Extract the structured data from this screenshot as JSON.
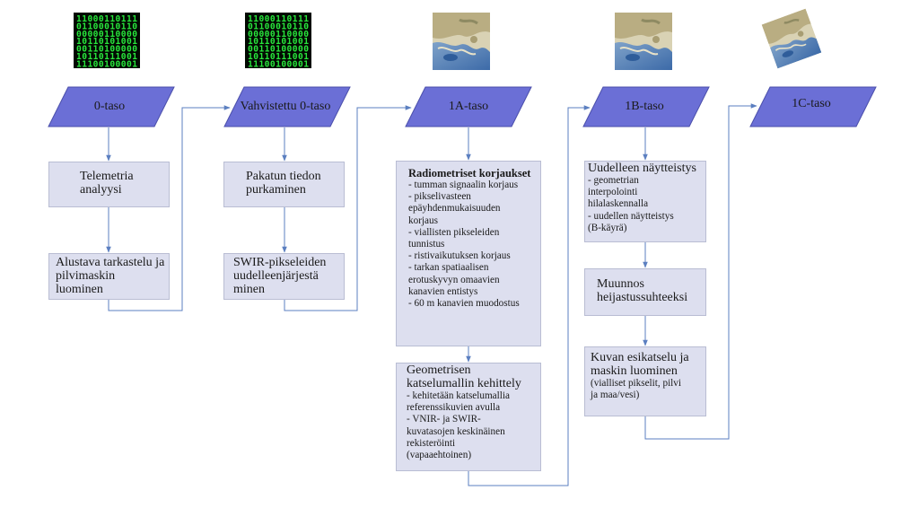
{
  "levels": [
    {
      "id": "l0",
      "label": "0-taso",
      "thumb": "binary"
    },
    {
      "id": "lv0",
      "label": "Vahvistettu 0-taso",
      "thumb": "binary"
    },
    {
      "id": "l1a",
      "label": "1A-taso",
      "thumb": "satellite"
    },
    {
      "id": "l1b",
      "label": "1B-taso",
      "thumb": "satellite"
    },
    {
      "id": "l1c",
      "label": "1C-taso",
      "thumb": "satellite-rotated"
    }
  ],
  "col0": {
    "box1": {
      "title": "Telemetria analyysi"
    },
    "box2": {
      "title": "Alustava tarkastelu ja pilvimaskin luominen"
    }
  },
  "col1": {
    "box1": {
      "title": "Pakatun tiedon purkaminen"
    },
    "box2": {
      "title": "SWIR-pikseleiden uudelleenjärjestä minen"
    }
  },
  "col2": {
    "box1": {
      "title": "Radiometriset korjaukset",
      "lines": [
        "- tumman signaalin korjaus",
        "- pikselivasteen",
        "epäyhdenmukaisuuden",
        "korjaus",
        "- viallisten pikseleiden",
        "tunnistus",
        "- ristivaikutuksen korjaus",
        "- tarkan spatiaalisen",
        "erotuskyvyn omaavien",
        "kanavien entistys",
        "- 60 m kanavien muodostus"
      ]
    },
    "box2": {
      "title": "Geometrisen katselumallin kehittely",
      "lines": [
        "- kehitetään katselumallia",
        "referenssikuvien avulla",
        "- VNIR- ja SWIR-",
        "kuvatasojen keskinäinen",
        "rekisteröinti",
        "(vapaaehtoinen)"
      ]
    }
  },
  "col3": {
    "box1": {
      "title": "Uudelleen näytteistys",
      "lines": [
        "- geometrian",
        "interpolointi",
        "hilalaskennalla",
        "- uudellen näytteistys",
        "(B-käyrä)"
      ]
    },
    "box2": {
      "title": "Muunnos heijastussuhteeksi"
    },
    "box3": {
      "title": "Kuvan esikatselu ja maskin luominen",
      "lines": [
        "(vialliset pikselit, pilvi",
        "ja maa/vesi)"
      ]
    }
  },
  "binary_text": [
    "11000110111",
    "01100010110",
    "00000110000",
    "10110101001",
    "00110100000",
    "10110111001",
    "11100100001"
  ],
  "colors": {
    "parallelogram": "#6b6fd6",
    "parallelogram_border": "#4a4eaa",
    "box_fill": "#dddfef",
    "connector": "#5b7fc0",
    "matrix_green": "#28e63c"
  }
}
